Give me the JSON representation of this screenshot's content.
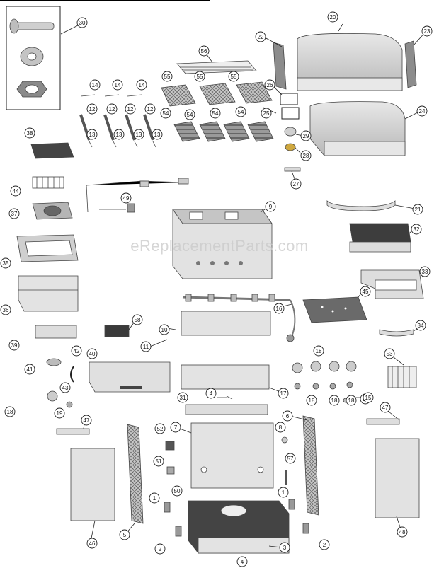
{
  "watermark": "eReplacementParts.com",
  "colors": {
    "line": "#444444",
    "fill": "#d6d6d6",
    "dark": "#555555",
    "panel": "#e4e4e4"
  },
  "callouts": [
    "30",
    "20",
    "22",
    "23",
    "56",
    "14",
    "55",
    "26",
    "12",
    "25",
    "24",
    "13",
    "54",
    "29",
    "28",
    "38",
    "27",
    "44",
    "49",
    "37",
    "9",
    "21",
    "32",
    "35",
    "33",
    "16",
    "45",
    "36",
    "34",
    "58",
    "10",
    "11",
    "39",
    "42",
    "18",
    "40",
    "53",
    "41",
    "43",
    "17",
    "19",
    "15",
    "4",
    "31",
    "6",
    "47",
    "52",
    "7",
    "8",
    "57",
    "51",
    "50",
    "1",
    "5",
    "46",
    "48",
    "2",
    "3"
  ]
}
